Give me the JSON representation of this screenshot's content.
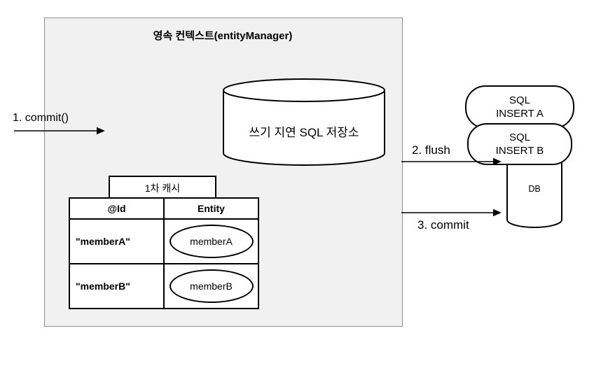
{
  "persistence_context": {
    "title": "영속 컨텍스트(entityManager)"
  },
  "sql_store": {
    "label": "쓰기 지연 SQL 저장소"
  },
  "cache": {
    "title": "1차 캐시",
    "headers": [
      "@Id",
      "Entity"
    ],
    "rows": [
      {
        "id": "\"memberA\"",
        "entity": "memberA"
      },
      {
        "id": "\"memberB\"",
        "entity": "memberB"
      }
    ]
  },
  "arrows": {
    "commit1": "1. commit()",
    "flush": "2. flush",
    "commit3": "3. commit"
  },
  "db": {
    "label": "DB",
    "sql_a": {
      "line1": "SQL",
      "line2": "INSERT A"
    },
    "sql_b": {
      "line1": "SQL",
      "line2": "INSERT B"
    }
  },
  "colors": {
    "background": "#ffffff",
    "box_fill": "#f1f1f1",
    "box_border": "#909090",
    "stroke": "#000000"
  }
}
